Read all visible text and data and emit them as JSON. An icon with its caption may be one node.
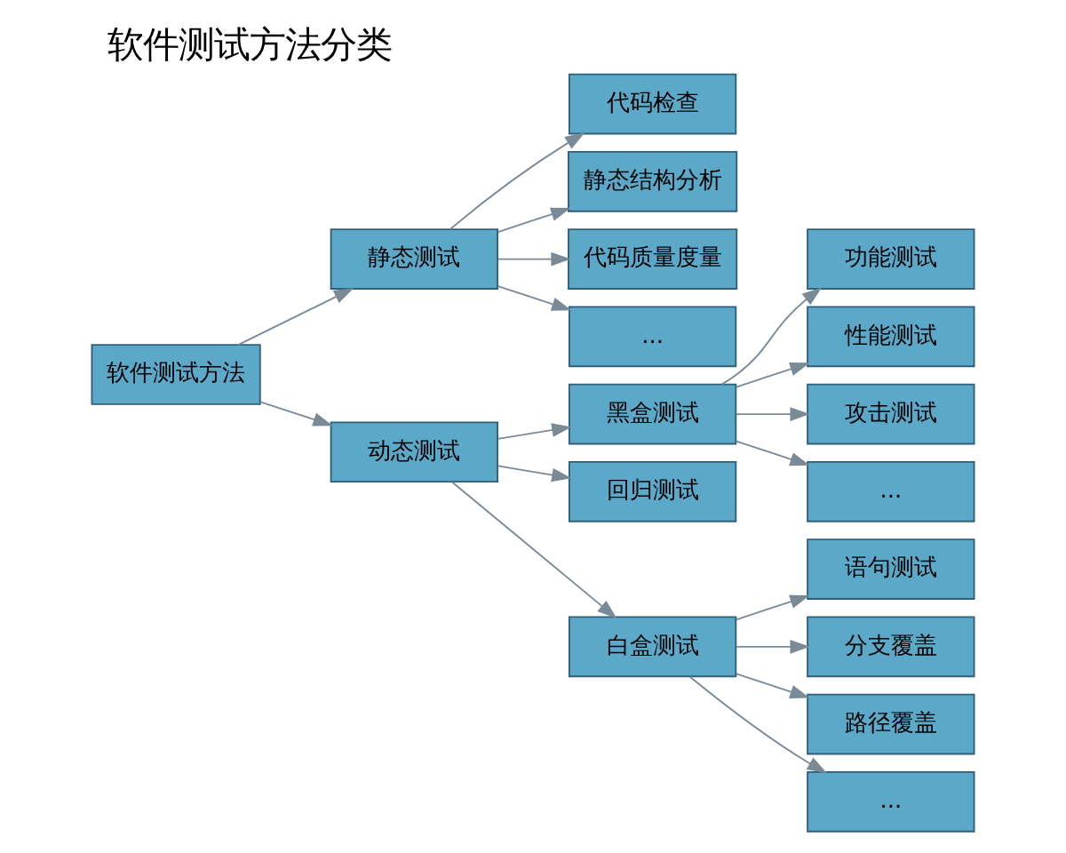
{
  "diagram": {
    "title": "软件测试方法分类",
    "nodes": [
      {
        "text": [
          "软件测试方法"
        ]
      },
      {
        "text": [
          "静态测试"
        ]
      },
      {
        "text": [
          "动态测试"
        ]
      },
      {
        "text": [
          "代码检查"
        ]
      },
      {
        "text": [
          "静态结构分析"
        ]
      },
      {
        "text": [
          "代码质量度量"
        ]
      },
      {
        "text": [
          "..."
        ]
      },
      {
        "text": [
          "黑盒测试"
        ]
      },
      {
        "text": [
          "回归测试"
        ]
      },
      {
        "text": [
          "白盒测试"
        ]
      },
      {
        "text": [
          "功能测试"
        ]
      },
      {
        "text": [
          "性能测试"
        ]
      },
      {
        "text": [
          "攻击测试"
        ]
      },
      {
        "text": [
          "..."
        ]
      },
      {
        "text": [
          "语句测试"
        ]
      },
      {
        "text": [
          "分支覆盖"
        ]
      },
      {
        "text": [
          "路径覆盖"
        ]
      },
      {
        "text": [
          "..."
        ]
      }
    ],
    "edges": [
      {
        "from": 0,
        "to": 1,
        "arrow": "to"
      },
      {
        "from": 0,
        "to": 2,
        "arrow": "to"
      },
      {
        "from": 1,
        "to": 3,
        "arrow": "to"
      },
      {
        "from": 1,
        "to": 4,
        "arrow": "to"
      },
      {
        "from": 1,
        "to": 5,
        "arrow": "to"
      },
      {
        "from": 1,
        "to": 6,
        "arrow": "to"
      },
      {
        "from": 2,
        "to": 7,
        "arrow": "to"
      },
      {
        "from": 2,
        "to": 8,
        "arrow": "to"
      },
      {
        "from": 2,
        "to": 9,
        "arrow": "to"
      },
      {
        "from": 7,
        "to": 10,
        "arrow": "to"
      },
      {
        "from": 7,
        "to": 11,
        "arrow": "to"
      },
      {
        "from": 7,
        "to": 12,
        "arrow": "to"
      },
      {
        "from": 7,
        "to": 13,
        "arrow": "to"
      },
      {
        "from": 9,
        "to": 14,
        "arrow": "to"
      },
      {
        "from": 9,
        "to": 15,
        "arrow": "to"
      },
      {
        "from": 9,
        "to": 16,
        "arrow": "to"
      },
      {
        "from": 9,
        "to": 17,
        "arrow": "to"
      }
    ]
  }
}
